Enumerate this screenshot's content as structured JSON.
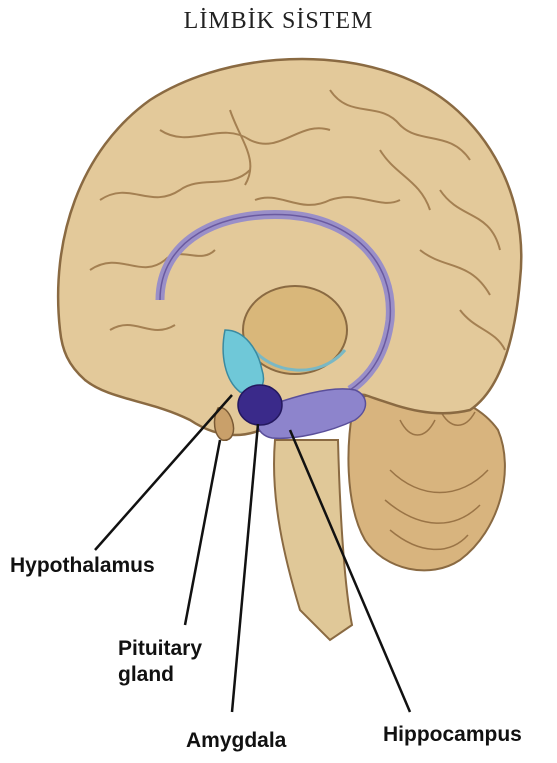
{
  "title": "LİMBİK SİSTEM",
  "labels": {
    "hypothalamus": "Hypothalamus",
    "pituitary_line1": "Pituitary",
    "pituitary_line2": "gland",
    "amygdala": "Amygdala",
    "hippocampus": "Hippocampus"
  },
  "colors": {
    "brain": "#e3c99a",
    "brain_outline": "#8a6a42",
    "fornix": "#9a8fc8",
    "hypothalamus": "#6fc8d8",
    "amygdala": "#3a2a8a",
    "hippocampus": "#8d84cc",
    "thalamus": "#d9b77a",
    "cerebellum": "#d8b47e"
  }
}
